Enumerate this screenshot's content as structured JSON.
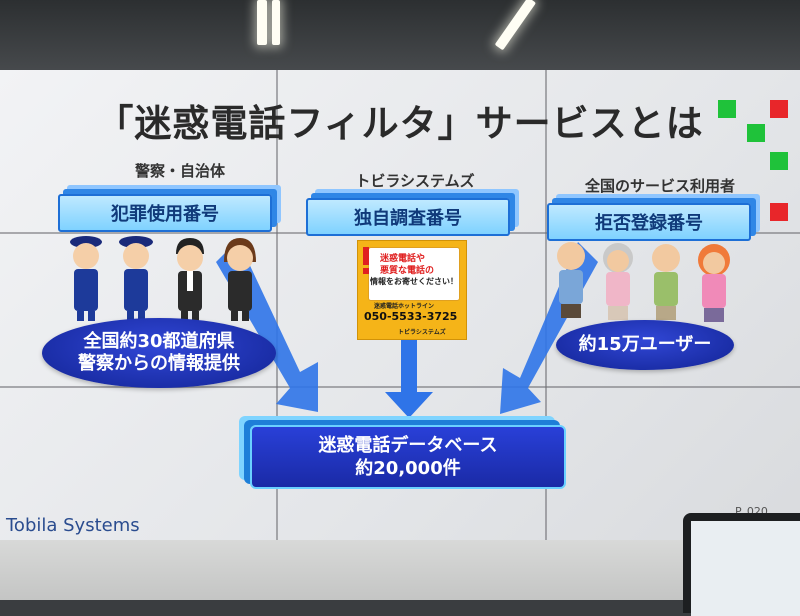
{
  "slide": {
    "title": "「迷惑電話フィルタ」サービスとは",
    "columns": [
      {
        "heading": "警察・自治体",
        "source_label": "犯罪使用番号"
      },
      {
        "heading": "トビラシステムズ",
        "source_label": "独自調査番号"
      },
      {
        "heading": "全国のサービス利用者",
        "source_label": "拒否登録番号"
      }
    ],
    "left_oval": {
      "line1": "全国約30都道府県",
      "line2": "警察からの情報提供"
    },
    "right_oval": {
      "text": "約15万ユーザー"
    },
    "database": {
      "line1": "迷惑電話データベース",
      "line2": "約20,000件"
    },
    "poster": {
      "line1": "迷惑電話や",
      "line2": "悪質な電話の",
      "line3": "情報をお寄せください！",
      "hotline_label": "迷惑電話ホットライン",
      "phone": "050-5533-3725",
      "company": "トビラシステムズ"
    },
    "brand": "Tobila Systems",
    "page_number": "P. 020"
  },
  "colors": {
    "arrow": "#2f74e8",
    "oval": "#1b2ea8",
    "deco_green": "#1fc23a",
    "deco_red": "#e8262a",
    "brand": "#2a4c8f"
  },
  "icons": [
    "police-officer-figure",
    "businessperson-figure",
    "elderly-user-figure",
    "exclamation-icon",
    "phone-icon"
  ]
}
